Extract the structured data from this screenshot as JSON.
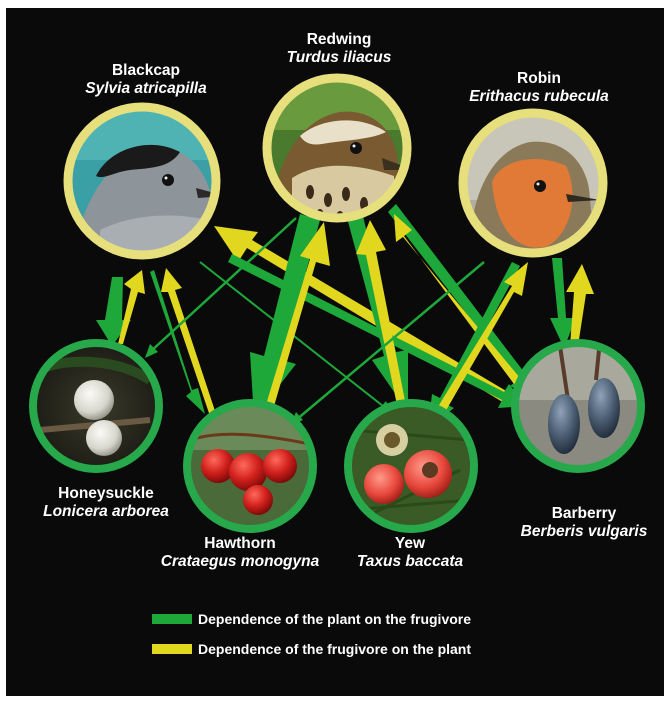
{
  "colors": {
    "plant_dependence": "#1fa83a",
    "frugivore_dependence": "#e0d71e",
    "bird_ring": "#e6df7c",
    "plant_ring": "#27a84a",
    "background": "#0a0a0a"
  },
  "birds": [
    {
      "id": "blackcap",
      "common": "Blackcap",
      "scientific": "Sylvia atricapilla"
    },
    {
      "id": "redwing",
      "common": "Redwing",
      "scientific": "Turdus iliacus"
    },
    {
      "id": "robin",
      "common": "Robin",
      "scientific": "Erithacus rubecula"
    }
  ],
  "plants": [
    {
      "id": "honeysuckle",
      "common": "Honeysuckle",
      "scientific": "Lonicera arborea"
    },
    {
      "id": "hawthorn",
      "common": "Hawthorn",
      "scientific": "Crataegus monogyna"
    },
    {
      "id": "yew",
      "common": "Yew",
      "scientific": "Taxus baccata"
    },
    {
      "id": "barberry",
      "common": "Barberry",
      "scientific": "Berberis vulgaris"
    }
  ],
  "legend": {
    "plant_on_frugivore": "Dependence of the plant on the frugivore",
    "frugivore_on_plant": "Dependence of the frugivore on the plant"
  }
}
